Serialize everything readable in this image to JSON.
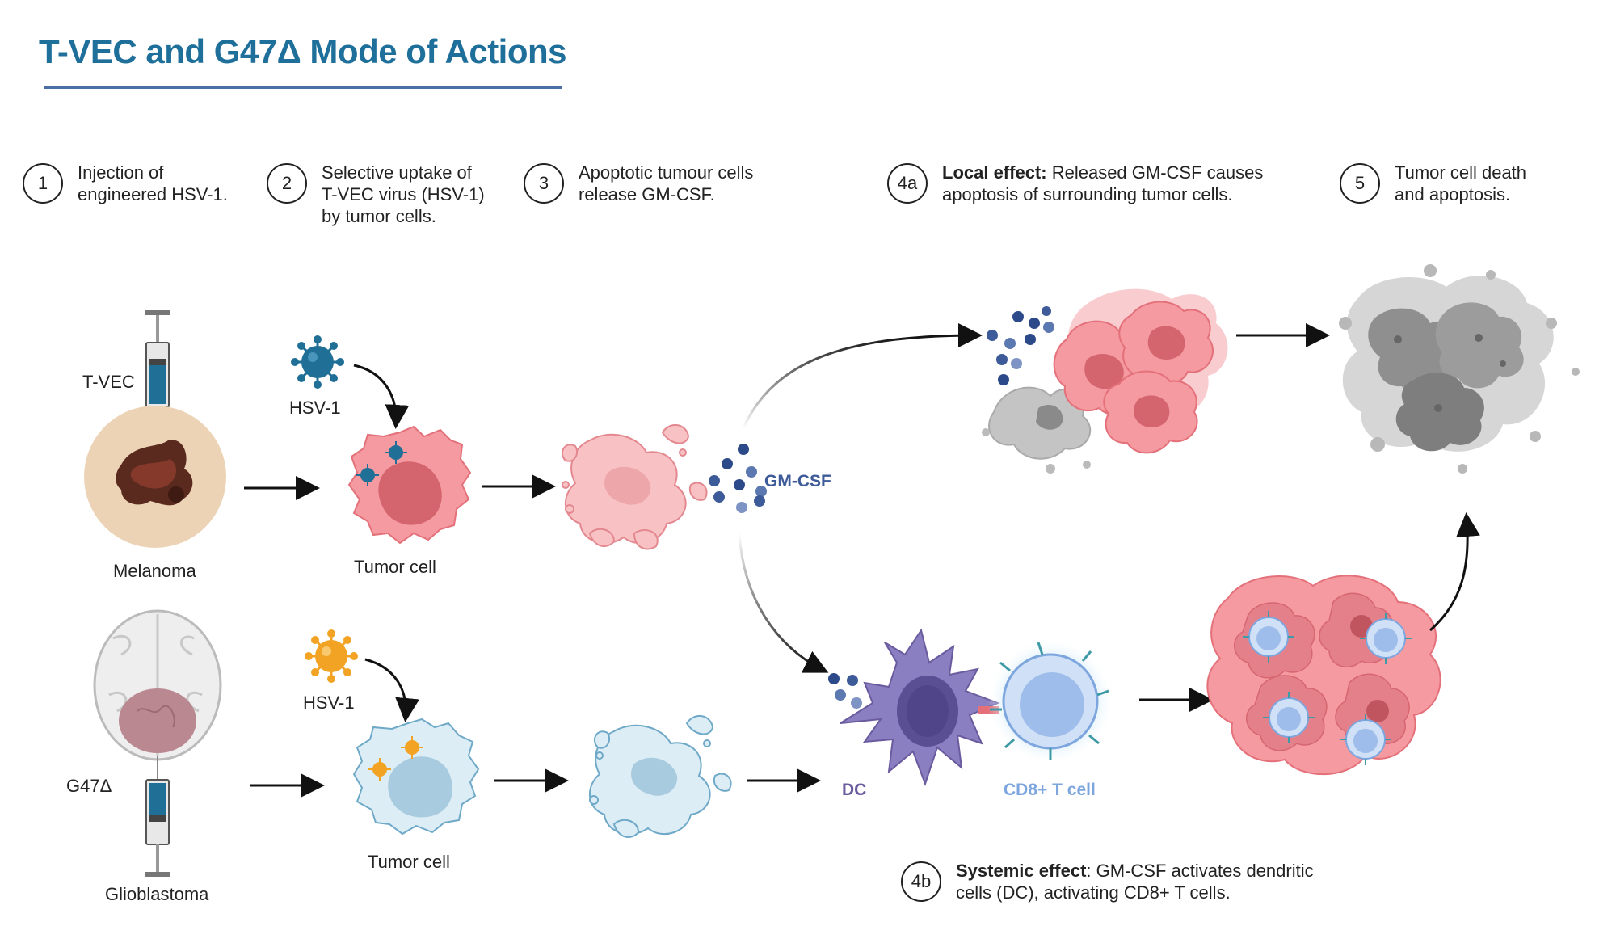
{
  "title": "T-VEC and G47Δ  Mode of Actions",
  "steps": [
    {
      "num": "1",
      "text": "Injection of\nengineered HSV-1."
    },
    {
      "num": "2",
      "text": "Selective uptake of\nT-VEC virus (HSV-1)\nby tumor cells."
    },
    {
      "num": "3",
      "text": "Apoptotic tumour cells\nrelease GM-CSF."
    },
    {
      "num": "4a",
      "bold": "Local effect:",
      "text": " Released GM-CSF causes\napoptosis of surrounding tumor cells."
    },
    {
      "num": "5",
      "text": "Tumor cell death\nand apoptosis."
    },
    {
      "num": "4b",
      "bold": "Systemic effect",
      "text": ": GM-CSF activates dendritic\ncells (DC), activating CD8+ T cells."
    }
  ],
  "labels": {
    "tvec": "T-VEC",
    "g47": "G47Δ",
    "melanoma": "Melanoma",
    "glioblastoma": "Glioblastoma",
    "hsv_top": "HSV-1",
    "hsv_bottom": "HSV-1",
    "tumor_cell_top": "Tumor cell",
    "tumor_cell_bottom": "Tumor cell",
    "gmcsf": "GM-CSF",
    "dc": "DC",
    "cd8": "CD8+ T cell"
  },
  "colors": {
    "title": "#1f6f9b",
    "gmcsf": "#3d5a99",
    "dc": "#6a5a9e",
    "cd8": "#7ea6de",
    "tumor_pink": "#f08f96",
    "hsv_teal": "#1f6f96",
    "hsv_orange": "#f2a324"
  }
}
